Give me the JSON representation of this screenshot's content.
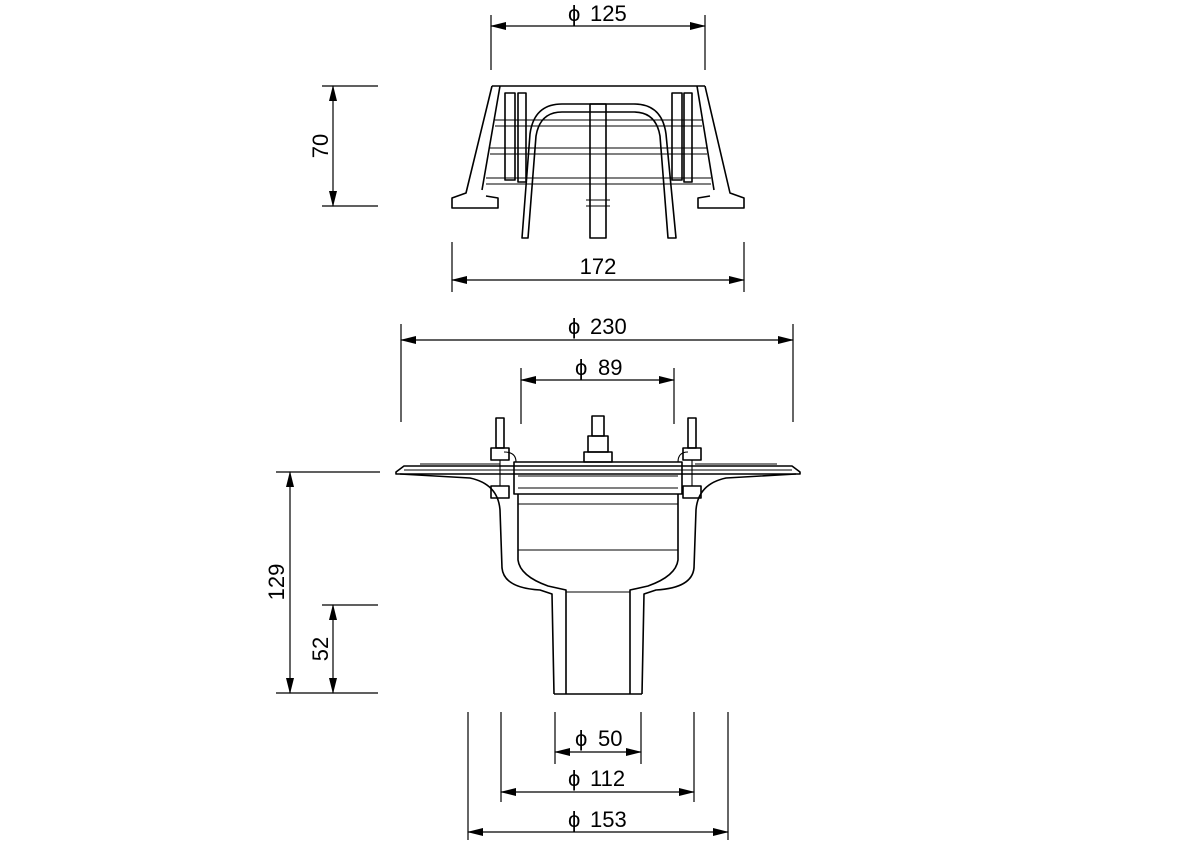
{
  "dimensions": {
    "grate_diameter": "125",
    "grate_height": "70",
    "grate_width": "172",
    "flange_diameter": "230",
    "clamp_diameter": "89",
    "body_height": "129",
    "outlet_height": "52",
    "outlet_diameter": "50",
    "pipe_diameter": "112",
    "collar_diameter": "153"
  },
  "diameter_symbol": "ϕ"
}
